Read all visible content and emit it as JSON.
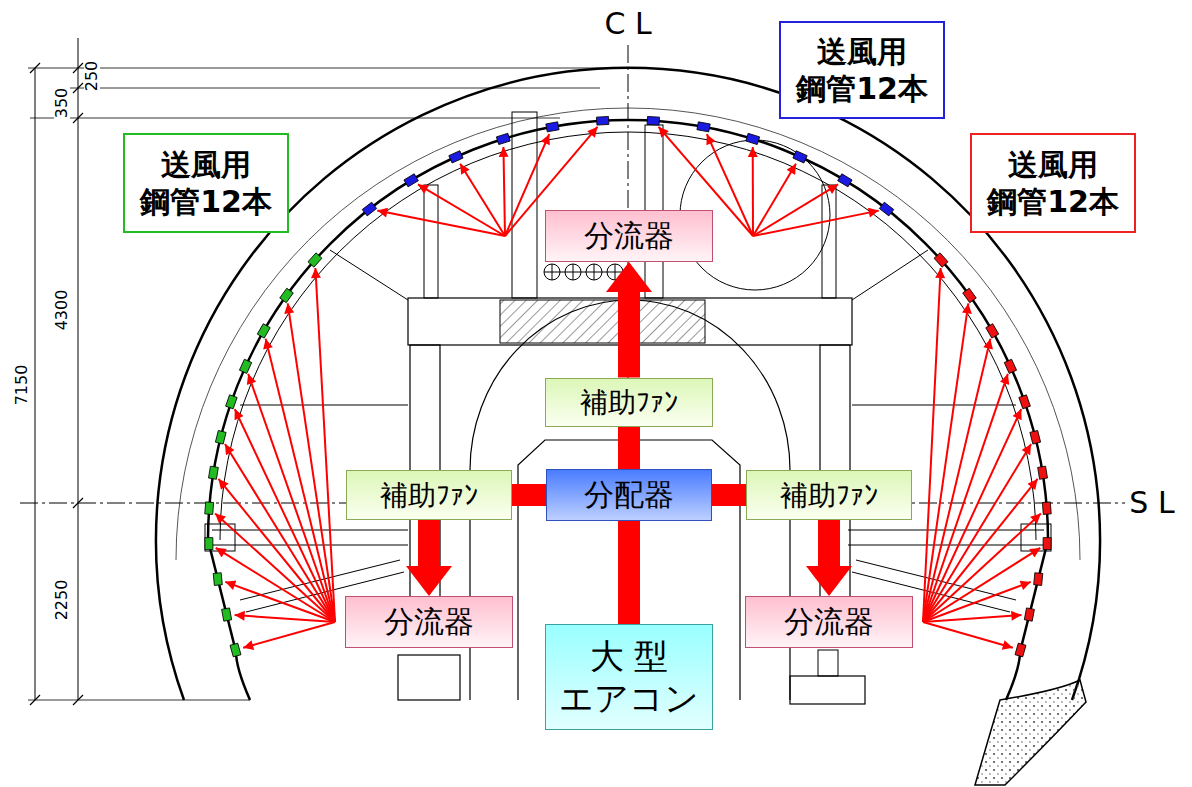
{
  "diagram": {
    "nodes": [
      {
        "text": [
          "送風用 鋼管12本"
        ]
      },
      {
        "text": [
          "送風用 鋼管12本"
        ]
      },
      {
        "text": [
          "送風用 鋼管12本"
        ]
      },
      {
        "text": [
          "分流器"
        ]
      },
      {
        "text": [
          "補助ﾌｧﾝ"
        ]
      },
      {
        "text": [
          "補助ﾌｧﾝ"
        ]
      },
      {
        "text": [
          "分配器"
        ]
      },
      {
        "text": [
          "補助ﾌｧﾝ"
        ]
      },
      {
        "text": [
          "分流器"
        ]
      },
      {
        "text": [
          "分流器"
        ]
      },
      {
        "text": [
          "大 型 エアコン"
        ]
      }
    ],
    "edges": [
      {
        "from": 10,
        "to": 6,
        "arrow": "none"
      },
      {
        "from": 6,
        "to": 4,
        "arrow": "none"
      },
      {
        "from": 4,
        "to": 3,
        "arrow": "to"
      },
      {
        "from": 6,
        "to": 5,
        "arrow": "none"
      },
      {
        "from": 5,
        "to": 8,
        "arrow": "to"
      },
      {
        "from": 6,
        "to": 7,
        "arrow": "none"
      },
      {
        "from": 7,
        "to": 9,
        "arrow": "to"
      }
    ],
    "labels": [
      "C L",
      "250",
      "350",
      "4300",
      "7150",
      "2250",
      "S L"
    ]
  }
}
